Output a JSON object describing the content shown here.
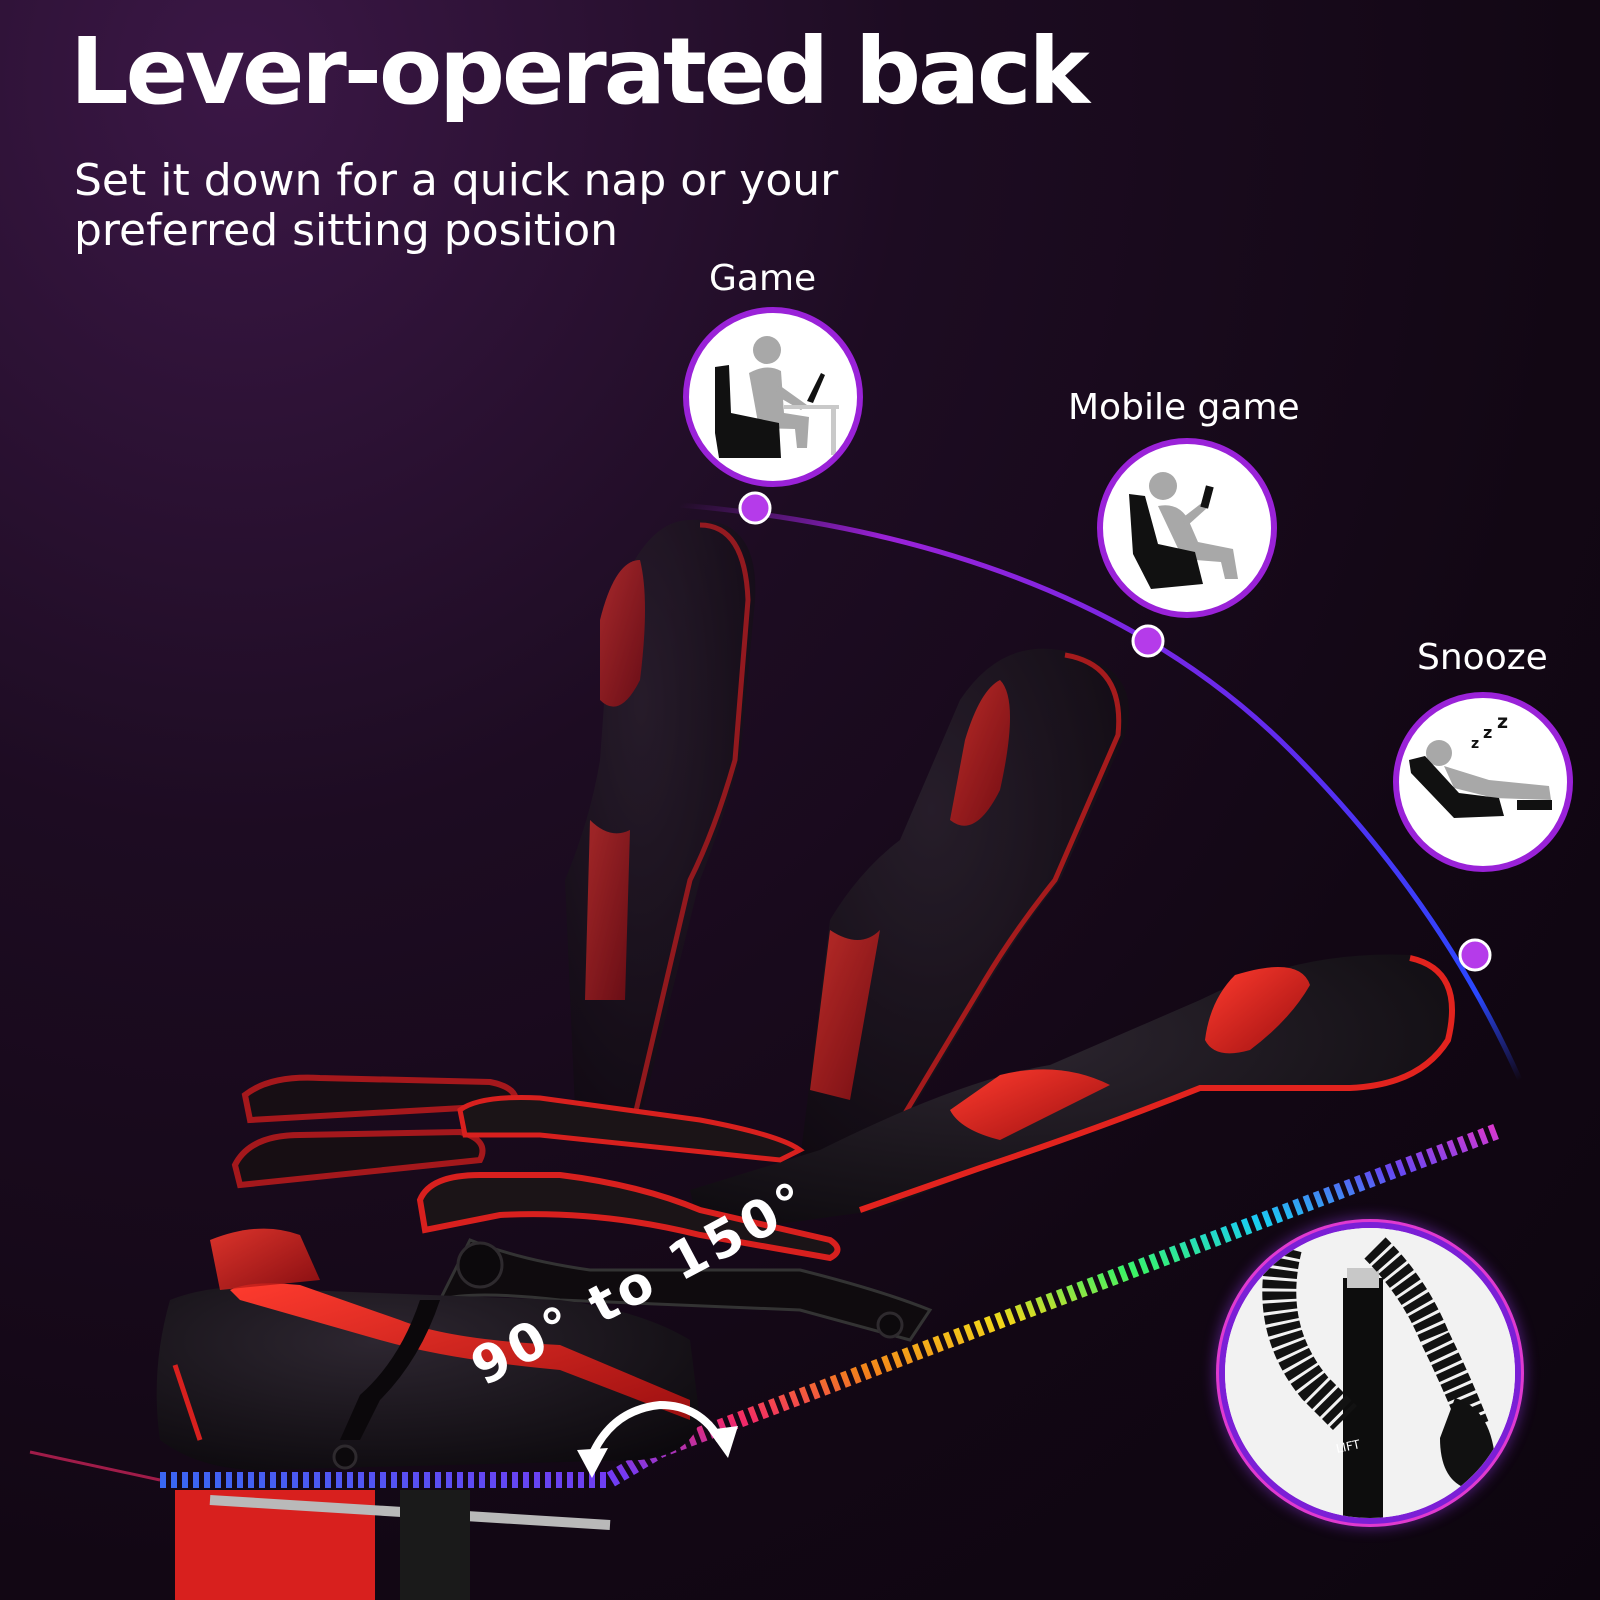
{
  "headline": "Lever-operated back",
  "subtitle": "Set it down for a quick nap or your preferred sitting position",
  "modes": [
    {
      "label": "Game",
      "icon": "seated-gaming-person-icon"
    },
    {
      "label": "Mobile game",
      "icon": "reclined-mobile-gaming-person-icon"
    },
    {
      "label": "Snooze",
      "icon": "sleeping-person-icon"
    }
  ],
  "angle_range_label": "90° to 150°",
  "inset": {
    "icon": "gas-lift-lever-icon",
    "lever_text": "LIFT"
  },
  "colors": {
    "accent_purple": "#9a22d8",
    "chair_red": "#d8201e",
    "chair_black": "#141014",
    "background": "#160a19"
  }
}
